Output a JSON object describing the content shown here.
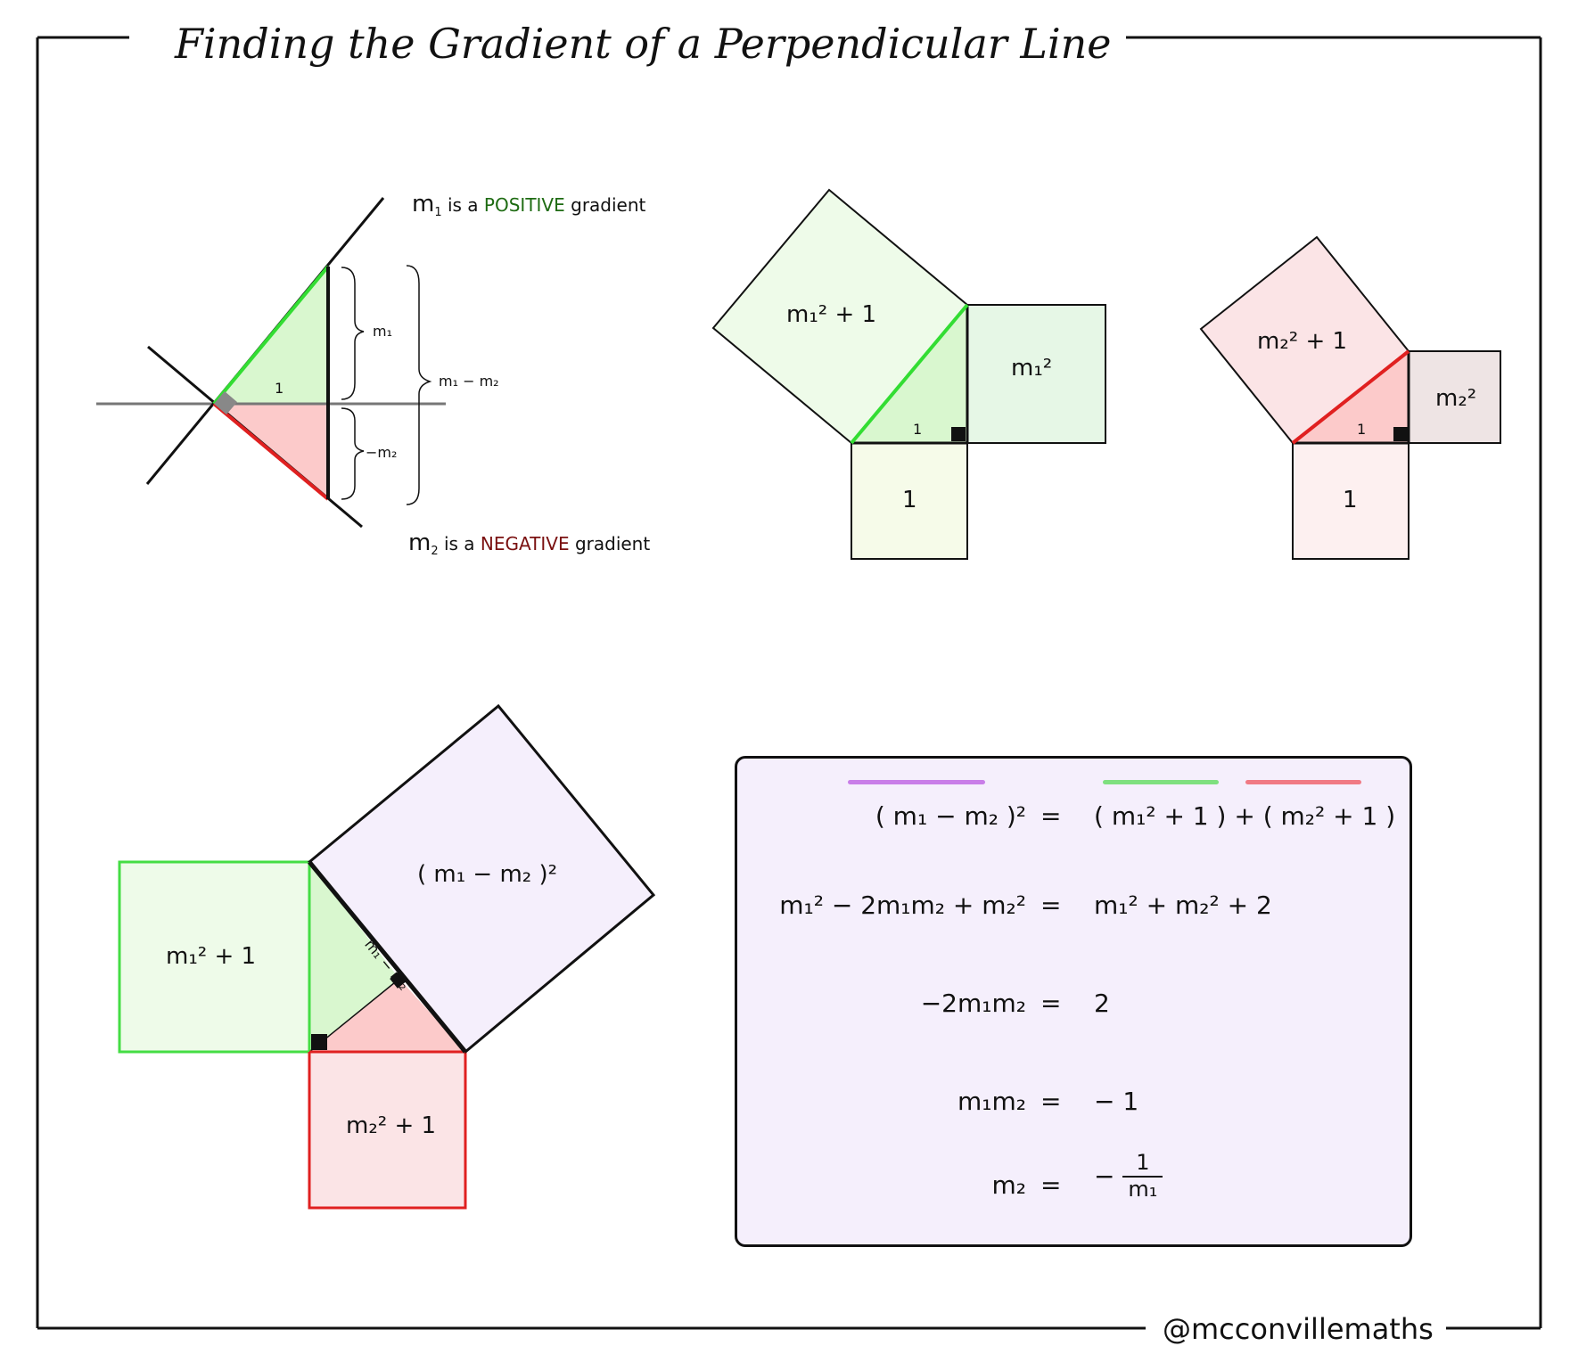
{
  "title": "Finding the Gradient of a Perpendicular Line",
  "credit": "@mcconvillemaths",
  "colors": {
    "green_fill": "#d9f7cf",
    "green_line": "#33dd33",
    "red_fill": "#fccaca",
    "red_line": "#e02020",
    "purple_fill": "#f5effc",
    "purple_bar": "#c97ee8",
    "green_bar": "#7fe07f",
    "red_bar": "#f07a84"
  },
  "diagram1": {
    "positive_note": {
      "m": "m",
      "sub": "1",
      "pre": "is a",
      "word": "POSITIVE",
      "post": "gradient"
    },
    "negative_note": {
      "m": "m",
      "sub": "2",
      "pre": "is a",
      "word": "NEGATIVE",
      "post": "gradient"
    },
    "brace_m1": "m₁",
    "brace_neg_m2": "−m₂",
    "brace_total": "m₁ − m₂",
    "base": "1"
  },
  "diagram2": {
    "hyp_square": "m₁² + 1",
    "vert_square": "m₁²",
    "base_square": "1",
    "base_label": "1"
  },
  "diagram3": {
    "hyp_square": "m₂² + 1",
    "vert_square": "m₂²",
    "base_square": "1",
    "base_label": "1"
  },
  "diagram4": {
    "big_square": "( m₁ − m₂ )²",
    "left_square": "m₁² + 1",
    "bottom_square": "m₂² + 1",
    "hyp_label": "m₁ − m₂"
  },
  "equations": [
    {
      "lhs": "( m₁ − m₂ )²",
      "op": "=",
      "rhs": "( m₁² + 1 ) + ( m₂² + 1 )"
    },
    {
      "lhs": "m₁² − 2m₁m₂ + m₂²",
      "op": "=",
      "rhs": "m₁² + m₂² + 2"
    },
    {
      "lhs": "−2m₁m₂",
      "op": "=",
      "rhs": "2"
    },
    {
      "lhs": "m₁m₂",
      "op": "=",
      "rhs": "− 1"
    },
    {
      "lhs": "m₂",
      "op": "=",
      "rhs_sign": "−",
      "rhs_num": "1",
      "rhs_den": "m₁"
    }
  ]
}
